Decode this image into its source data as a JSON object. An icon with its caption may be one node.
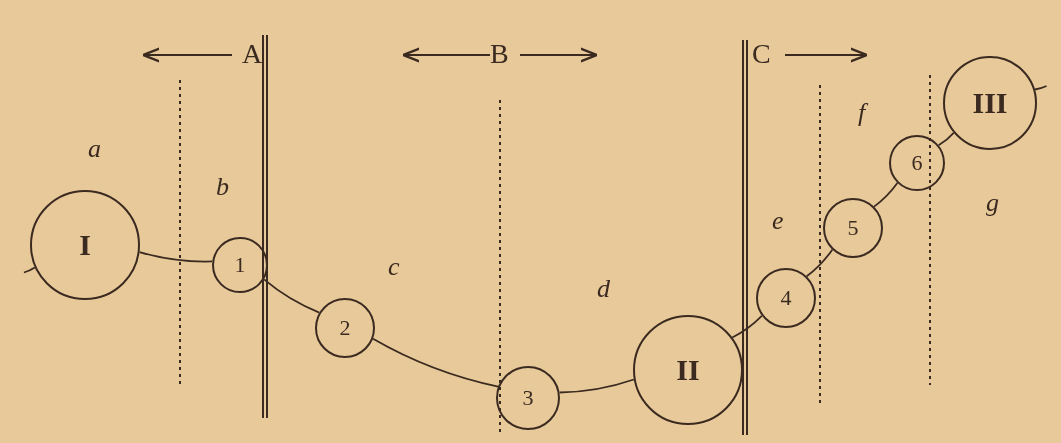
{
  "diagram": {
    "nodes": [
      {
        "text": [
          "I"
        ]
      },
      {
        "text": [
          "1"
        ]
      },
      {
        "text": [
          "2"
        ]
      },
      {
        "text": [
          "3"
        ]
      },
      {
        "text": [
          "II"
        ]
      },
      {
        "text": [
          "4"
        ]
      },
      {
        "text": [
          "5"
        ]
      },
      {
        "text": [
          "6"
        ]
      },
      {
        "text": [
          "III"
        ]
      }
    ],
    "edges": [
      {
        "from": null,
        "to": 0,
        "arrow": "none"
      },
      {
        "from": 0,
        "to": 1,
        "arrow": "none"
      },
      {
        "from": 1,
        "to": 2,
        "arrow": "none"
      },
      {
        "from": 2,
        "to": 3,
        "arrow": "none"
      },
      {
        "from": 3,
        "to": 4,
        "arrow": "none"
      },
      {
        "from": 4,
        "to": 5,
        "arrow": "none"
      },
      {
        "from": 5,
        "to": 6,
        "arrow": "none"
      },
      {
        "from": 6,
        "to": 7,
        "arrow": "none"
      },
      {
        "from": 7,
        "to": 8,
        "arrow": "none"
      },
      {
        "from": 8,
        "to": null,
        "arrow": "none"
      }
    ],
    "labels": [
      "A",
      "B",
      "C",
      "a",
      "f",
      "b",
      "g",
      "c",
      "e",
      "d"
    ]
  }
}
